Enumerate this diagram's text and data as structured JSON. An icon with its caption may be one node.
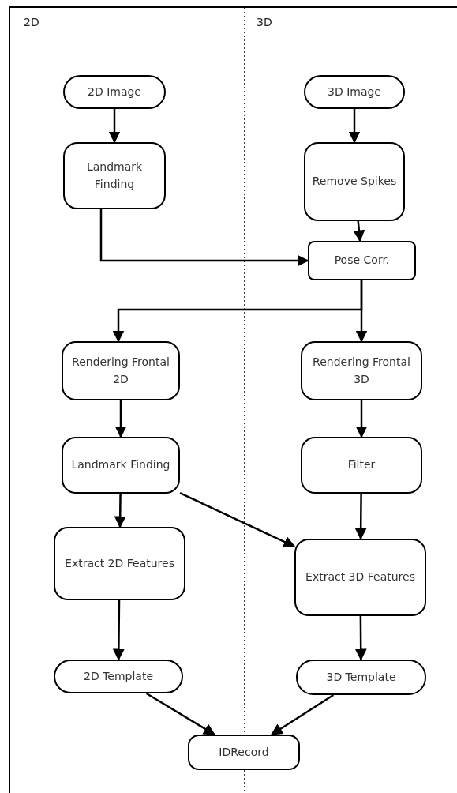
{
  "diagram": {
    "nodes": [
      {
        "text": [
          "2D Image"
        ]
      },
      {
        "text": [
          "Landmark Finding"
        ]
      },
      {
        "text": [
          "3D Image"
        ]
      },
      {
        "text": [
          "Remove Spikes"
        ]
      },
      {
        "text": [
          "Pose Corr."
        ]
      },
      {
        "text": [
          "Rendering Frontal 2D"
        ]
      },
      {
        "text": [
          "Rendering Frontal 3D"
        ]
      },
      {
        "text": [
          "Landmark Finding"
        ]
      },
      {
        "text": [
          "Filter"
        ]
      },
      {
        "text": [
          "Extract 2D Features"
        ]
      },
      {
        "text": [
          "Extract 3D Features"
        ]
      },
      {
        "text": [
          "2D Template"
        ]
      },
      {
        "text": [
          "3D Template"
        ]
      },
      {
        "text": [
          "IDRecord"
        ]
      }
    ],
    "edges": [
      {
        "from": 0,
        "to": 1,
        "arrow": "to"
      },
      {
        "from": 2,
        "to": 3,
        "arrow": "to"
      },
      {
        "from": 3,
        "to": 4,
        "arrow": "to"
      },
      {
        "from": 1,
        "to": 4,
        "arrow": "to"
      },
      {
        "from": 4,
        "to": 5,
        "arrow": "to"
      },
      {
        "from": 4,
        "to": 6,
        "arrow": "to"
      },
      {
        "from": 5,
        "to": 7,
        "arrow": "to"
      },
      {
        "from": 6,
        "to": 8,
        "arrow": "to"
      },
      {
        "from": 7,
        "to": 9,
        "arrow": "to"
      },
      {
        "from": 7,
        "to": 10,
        "arrow": "to"
      },
      {
        "from": 8,
        "to": 10,
        "arrow": "to"
      },
      {
        "from": 9,
        "to": 11,
        "arrow": "to"
      },
      {
        "from": 10,
        "to": 12,
        "arrow": "to"
      },
      {
        "from": 11,
        "to": 13,
        "arrow": "to"
      },
      {
        "from": 12,
        "to": 13,
        "arrow": "to"
      }
    ],
    "labels": [
      "2D",
      "3D"
    ]
  }
}
